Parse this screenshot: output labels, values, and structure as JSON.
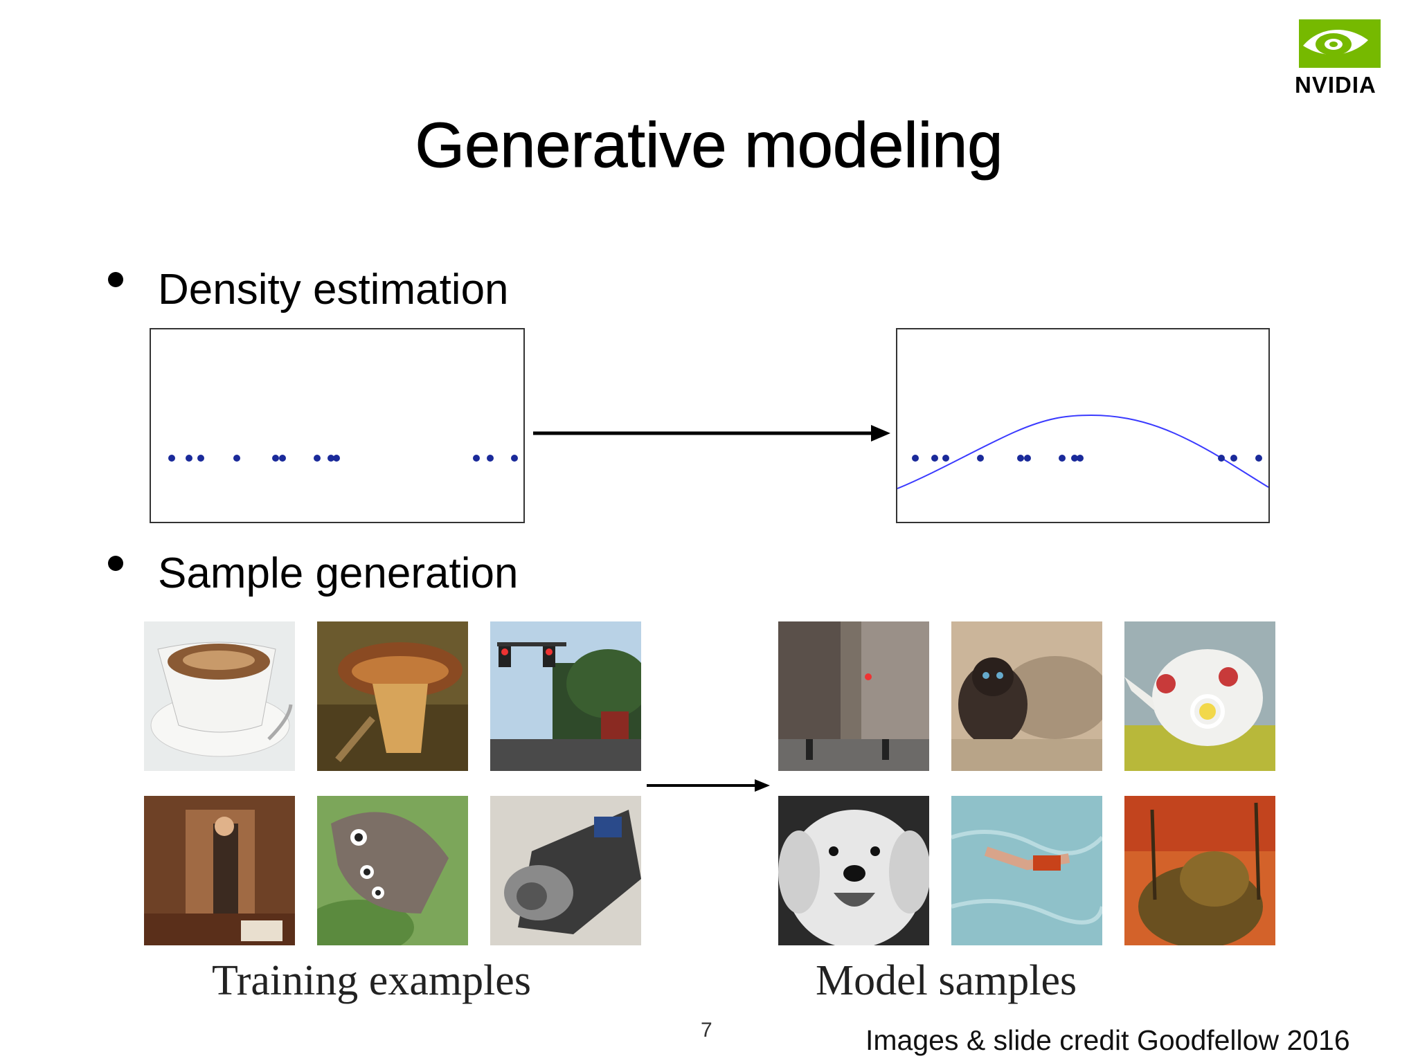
{
  "slide": {
    "title": "Generative modeling",
    "bullets": [
      "Density estimation",
      "Sample generation"
    ],
    "page_number": "7",
    "credit": "Images & slide credit Goodfellow 2016",
    "logo_text": "NVIDIA",
    "logo_color": "#76b900"
  },
  "figures": {
    "training_caption": "Training examples",
    "model_caption": "Model samples",
    "training_images": [
      "coffee cup",
      "mushroom",
      "traffic light street",
      "person in doorway",
      "butterfly",
      "power drill"
    ],
    "model_images": [
      "city street",
      "cats",
      "teapot with flowers",
      "white dog",
      "swimmer",
      "mosque at sunset"
    ]
  },
  "colors": {
    "points": "#1a2a9a",
    "density_curve": "#3a3aff",
    "arrow": "#000000"
  }
}
